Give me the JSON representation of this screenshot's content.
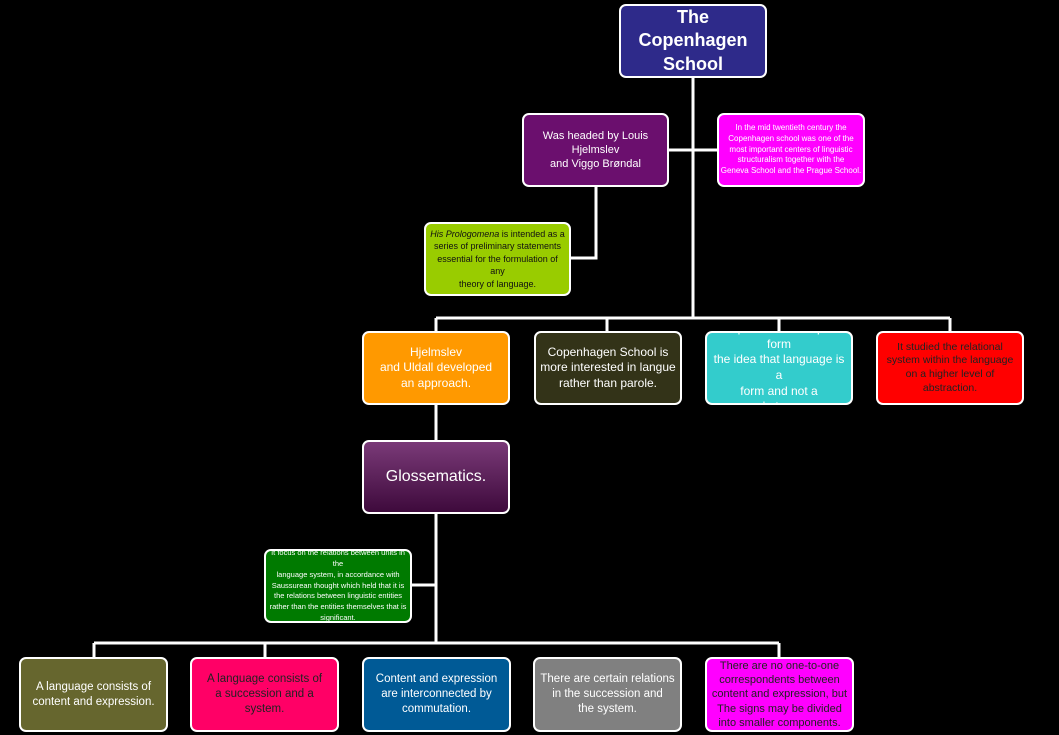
{
  "root": {
    "lines": [
      "The",
      "Copenhagen",
      "School"
    ]
  },
  "headed_by": {
    "lines": [
      "Was headed by Louis",
      "Hjelmslev",
      "and Viggo Brøndal"
    ]
  },
  "mid_century": {
    "lines": [
      "In the mid twentieth century the",
      "Copenhagen school was one of the",
      "most important centers of linguistic",
      "structuralism together with the",
      "Geneva School and the Prague School."
    ]
  },
  "prolegomena": {
    "emphasis": "His Prologomena",
    "rest": " is intended as a",
    "lines": [
      "series of preliminary statements",
      "essential for the formulation of any",
      "theory of language."
    ]
  },
  "approach": {
    "lines": [
      "Hjelmslev",
      "and Uldall developed",
      "an approach."
    ]
  },
  "langue": {
    "lines": [
      "Copenhagen School is",
      "more interested in langue",
      "rather than parole."
    ]
  },
  "pure_form": {
    "lines": [
      "It represented in a pure form",
      "the idea that language is a",
      "form and not a substance."
    ]
  },
  "relational": {
    "lines": [
      "It studied the relational",
      "system within the language",
      "on a higher level of abstraction."
    ]
  },
  "glossematics": {
    "label": "Glossematics."
  },
  "focus": {
    "lines": [
      "It focus on the relations between units in the",
      "language system, in accordance with",
      "Saussurean thought which held that it is",
      "the relations between linguistic entities",
      "rather than the entities themselves that is",
      "significant."
    ]
  },
  "bottom": {
    "content_expression": {
      "lines": [
        "A language consists of",
        "content and expression."
      ]
    },
    "succession_system": {
      "lines": [
        "A language consists of",
        "a succession and a system."
      ]
    },
    "commutation": {
      "lines": [
        "Content and expression",
        "are interconnected by",
        "commutation."
      ]
    },
    "relations": {
      "lines": [
        "There are certain relations",
        "in the succession and",
        "the system."
      ]
    },
    "correspondents": {
      "lines": [
        "There are no one-to-one",
        "correspondents between",
        "content and expression, but",
        "The signs may be divided",
        "into smaller components."
      ]
    }
  },
  "colors": {
    "background": "#000000",
    "connector": "#ffffff",
    "root": "#2e2a8a",
    "headed_by": "#6b0f6e",
    "mid_century": "#ff00ff",
    "prolegomena": "#99cc00",
    "approach": "#ff9900",
    "langue": "#333318",
    "pure_form": "#33cccc",
    "relational": "#ff0000",
    "glossematics": "#5a1a58",
    "focus": "#007a00",
    "content_expression": "#66662e",
    "succession_system": "#ff0066",
    "commutation": "#005a96",
    "relations": "#808080",
    "correspondents": "#ff00ff"
  }
}
